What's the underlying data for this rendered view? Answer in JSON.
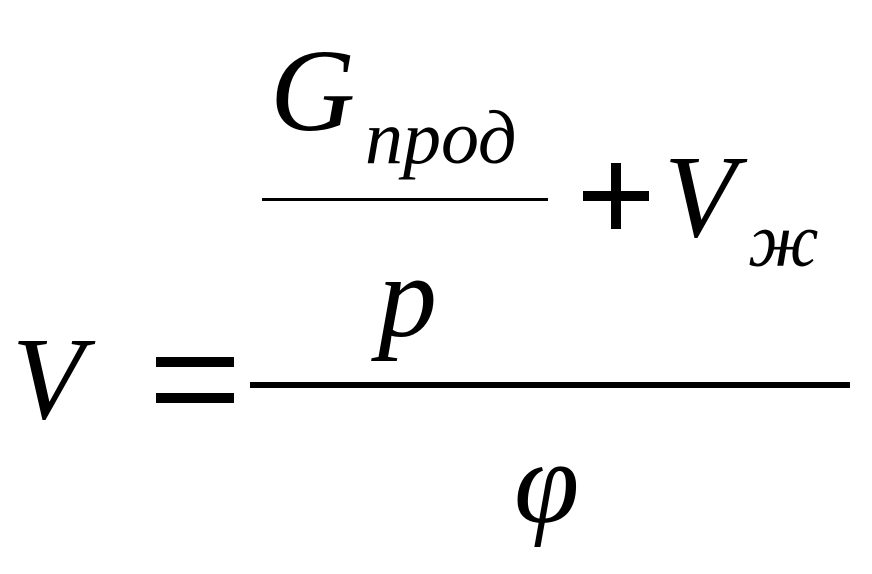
{
  "formula": {
    "lhs": "V",
    "equals": "=",
    "inner_numerator": {
      "symbol": "G",
      "subscript": "прод"
    },
    "inner_denominator": "p",
    "plus": "+",
    "second_term": {
      "symbol": "V",
      "subscript": "ж"
    },
    "outer_denominator": "φ"
  }
}
